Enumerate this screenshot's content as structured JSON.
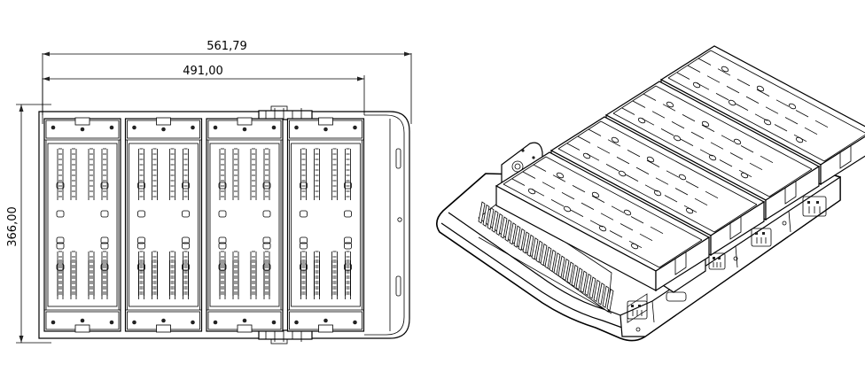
{
  "dimensions": {
    "overall_width": "561,79",
    "module_width": "491,00",
    "height": "366,00"
  },
  "module_count": 4,
  "iso_module_count": 4
}
